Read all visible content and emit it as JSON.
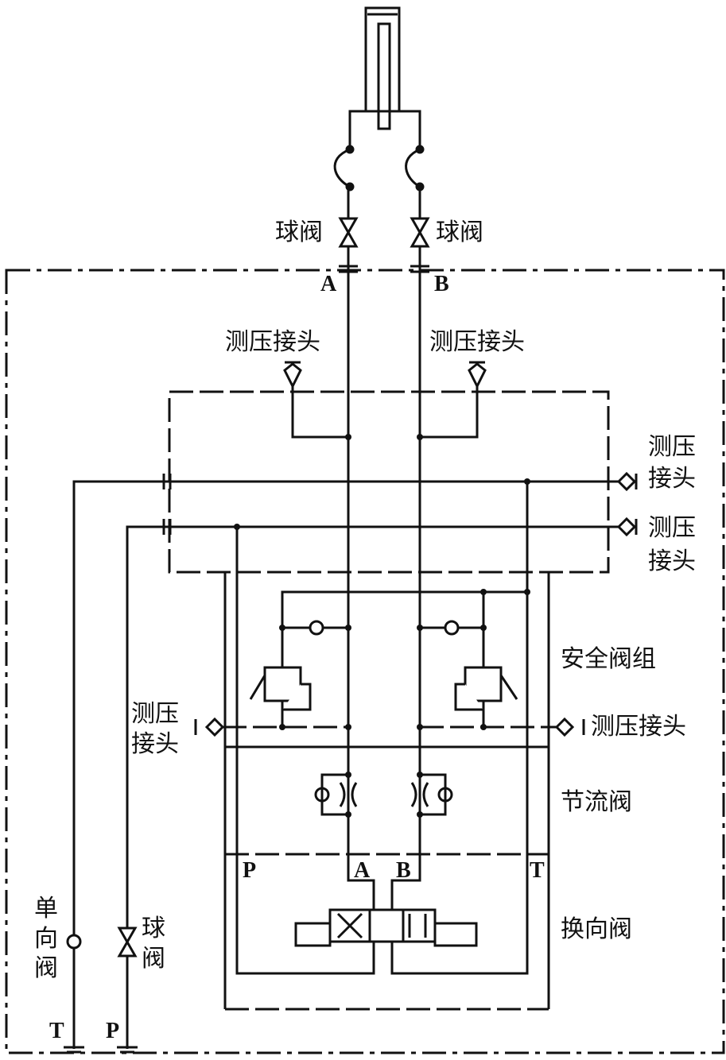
{
  "labels": {
    "ball_valve_left": "球阀",
    "ball_valve_right": "球阀",
    "port_a_top": "A",
    "port_b_top": "B",
    "gauge_left_top": "测压接头",
    "gauge_right_top": "测压接头",
    "gauge_right_1_l1": "测压",
    "gauge_right_1_l2": "接头",
    "gauge_right_2_l1": "测压",
    "gauge_right_2_l2": "接头",
    "safety_valve_group": "安全阀组",
    "gauge_mid_right": "测压接头",
    "gauge_mid_left_l1": "测压",
    "gauge_mid_left_l2": "接头",
    "throttle_valve": "节流阀",
    "directional_valve": "换向阀",
    "port_p": "P",
    "port_a": "A",
    "port_b": "B",
    "port_t": "T",
    "check_valve": "单向阀",
    "ball_valve_bottom": "球阀",
    "tank_t": "T",
    "pressure_p": "P"
  }
}
